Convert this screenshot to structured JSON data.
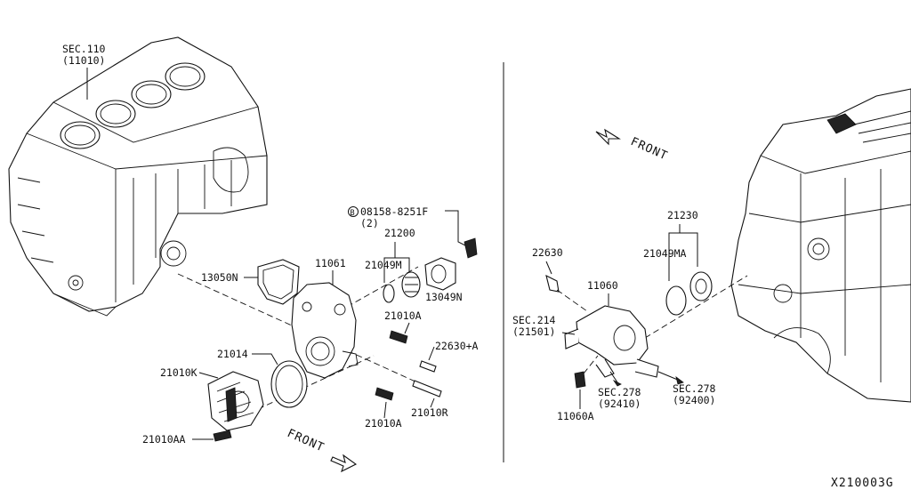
{
  "labels": {
    "sec110": "SEC.110",
    "sec110_ref": "(11010)",
    "bolt_code": "08158-8251F",
    "bolt_qty": "(2)",
    "p21200": "21200",
    "p21049m": "21049M",
    "p13050n": "13050N",
    "p11061": "11061",
    "p13049n": "13049N",
    "p21010a_top": "21010A",
    "p22630a": "22630+A",
    "p21014": "21014",
    "p21010k": "21010K",
    "p21010a_bottom": "21010A",
    "p21010r": "21010R",
    "p21010aa": "21010AA",
    "front_left": "FRONT",
    "front_right": "FRONT",
    "p21230": "21230",
    "p22630": "22630",
    "p21049ma": "21049MA",
    "p11060": "11060",
    "sec214": "SEC.214",
    "sec214_ref": "(21501)",
    "sec278a": "SEC.278",
    "sec278a_ref": "(92410)",
    "sec278b": "SEC.278",
    "sec278b_ref": "(92400)",
    "p11060a": "11060A",
    "diagram_code": "X210003G"
  },
  "symbols": {
    "bolt_marker": "B"
  },
  "icons": {
    "front_arrow": "front-arrow-icon"
  }
}
